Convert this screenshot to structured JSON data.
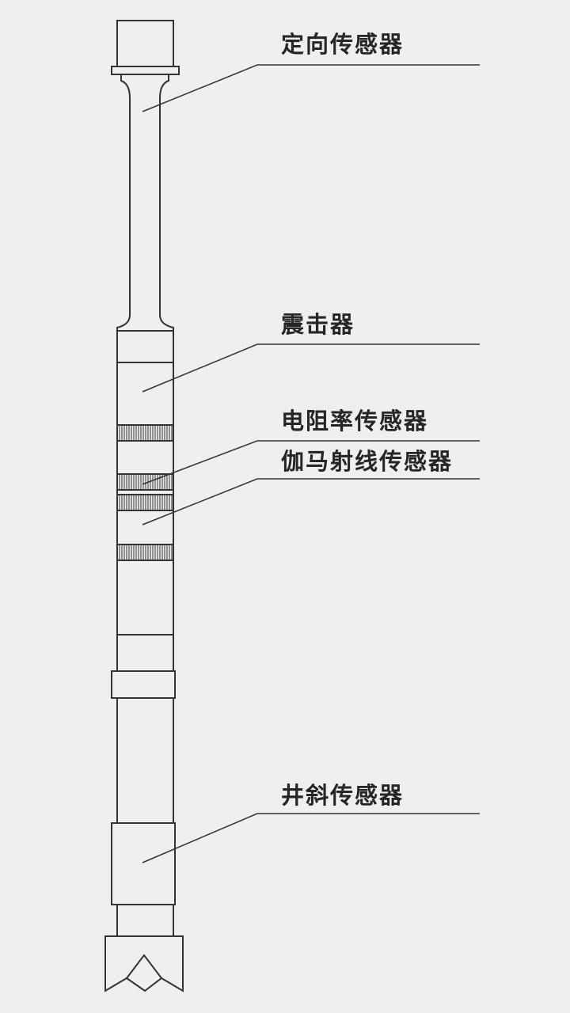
{
  "labels": {
    "orientation_sensor": "定向传感器",
    "jar": "震击器",
    "resistivity_sensor": "电阻率传感器",
    "gamma_sensor": "伽马射线传感器",
    "inclination_sensor": "井斜传感器"
  },
  "colors": {
    "background": "#efefef",
    "line": "#333333",
    "text": "#262626"
  }
}
